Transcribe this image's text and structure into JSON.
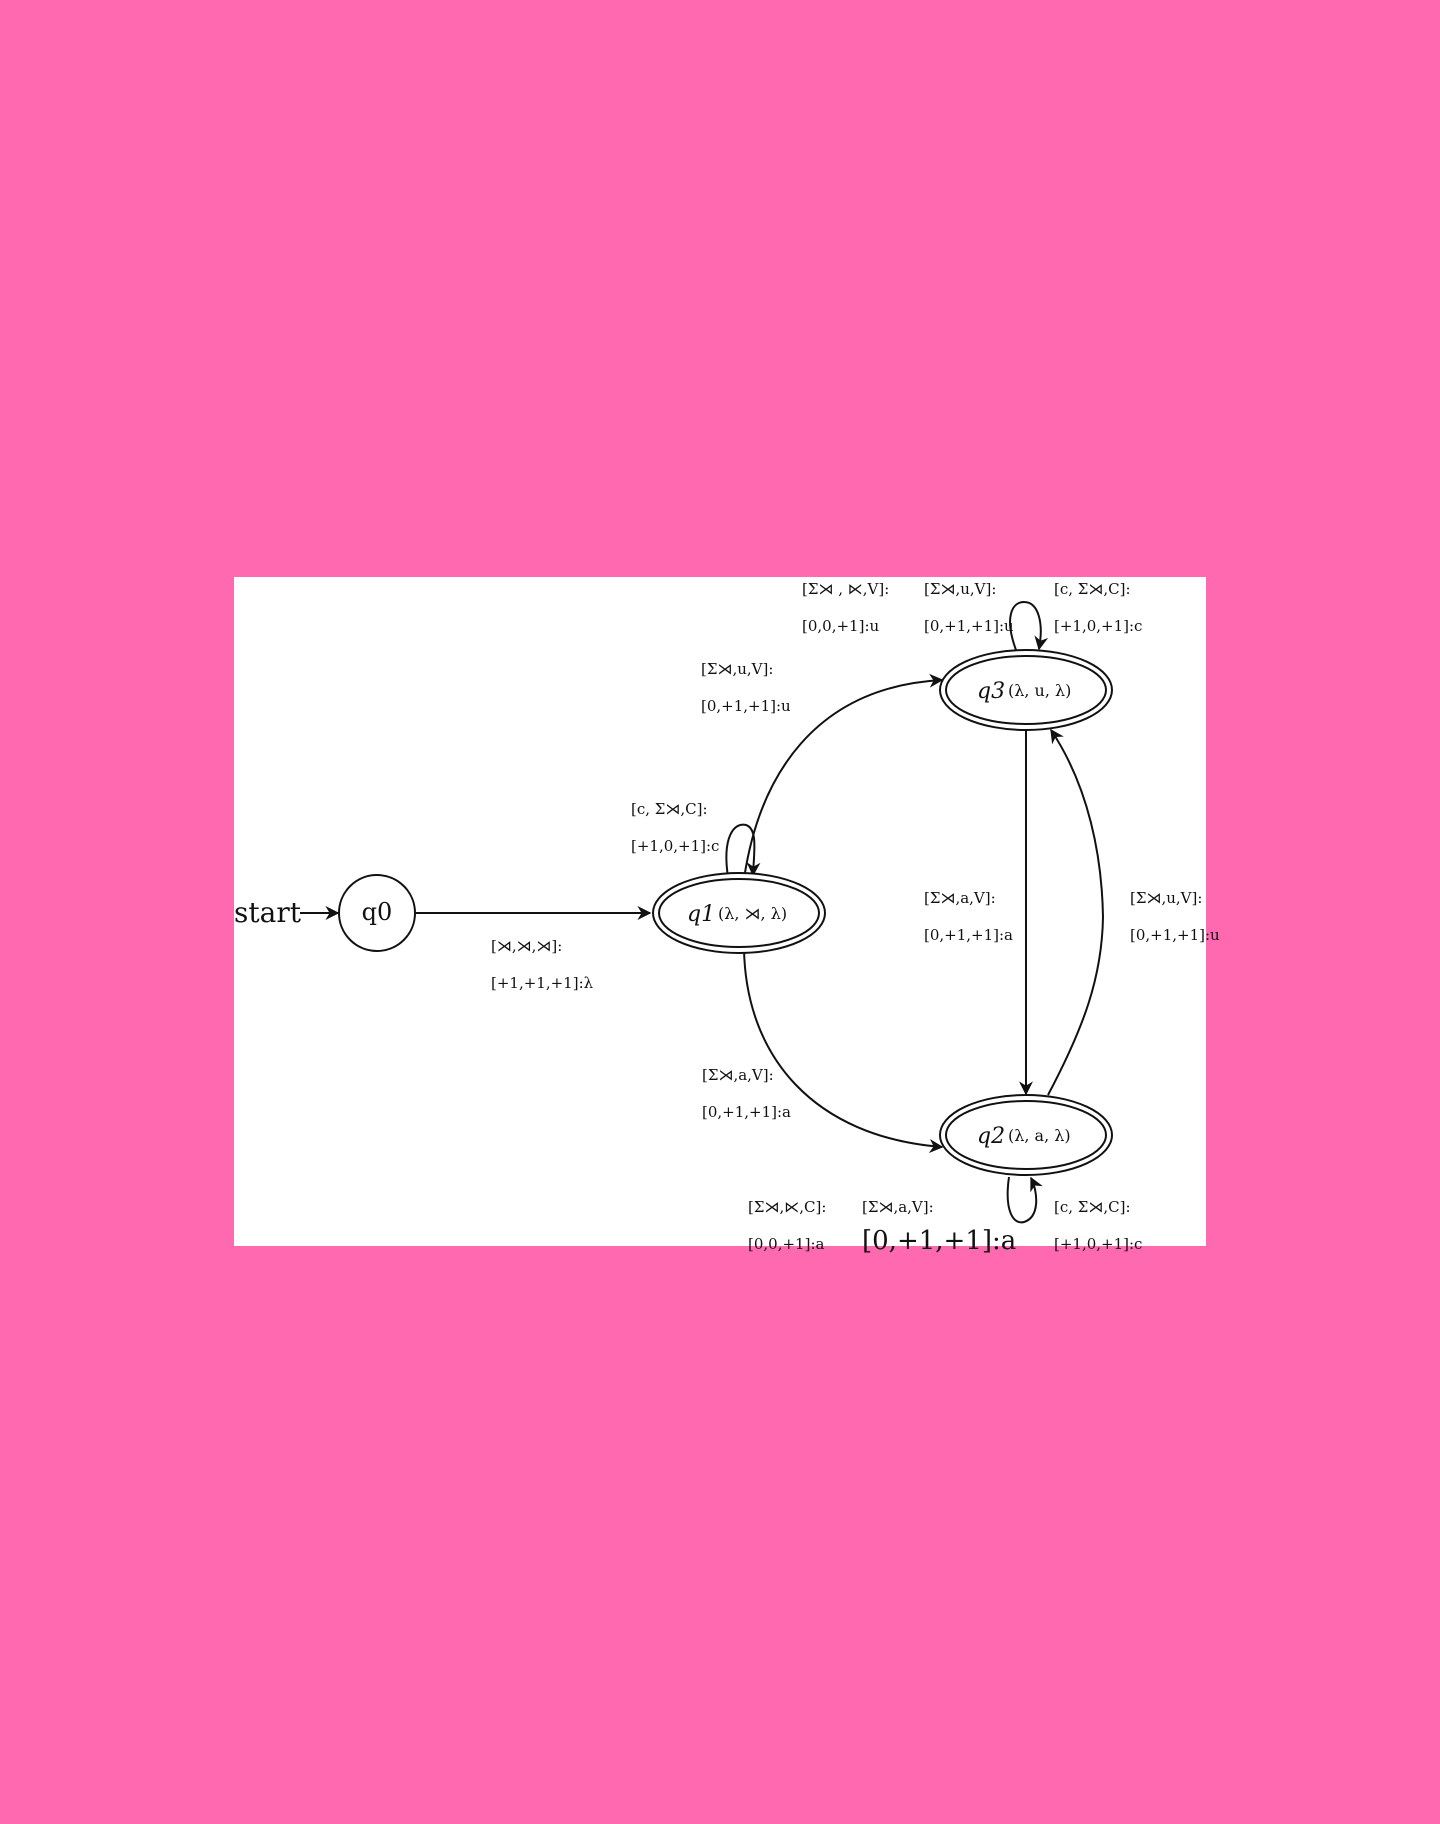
{
  "start_label": "start",
  "states": {
    "q0": {
      "name": "q0"
    },
    "q1": {
      "name": "q1",
      "tuple": "(λ, ⋊, λ)"
    },
    "q2": {
      "name": "q2",
      "tuple": "(λ, a, λ)"
    },
    "q3": {
      "name": "q3",
      "tuple": "(λ, u, λ)"
    }
  },
  "transitions": {
    "q0_q1": {
      "cond": "[⋊,⋊,⋊]:",
      "action": "[+1,+1,+1]:λ"
    },
    "q1_loop": {
      "cond": "[c, Σ⋊,C]:",
      "action": "[+1,0,+1]:c"
    },
    "q1_q3": {
      "cond": "[Σ⋊,u,V]:",
      "action": "[0,+1,+1]:u"
    },
    "q1_q2": {
      "cond": "[Σ⋊,a,V]:",
      "action": "[0,+1,+1]:a"
    },
    "q3_loop_a": {
      "cond": "[Σ⋊ , ⋉,V]:",
      "action": "[0,0,+1]:u"
    },
    "q3_loop_b": {
      "cond": "[Σ⋊,u,V]:",
      "action": "[0,+1,+1]:u"
    },
    "q3_loop_c": {
      "cond": "[c, Σ⋊,C]:",
      "action": "[+1,0,+1]:c"
    },
    "q3_q2": {
      "cond": "[Σ⋊,a,V]:",
      "action": "[0,+1,+1]:a"
    },
    "q2_q3": {
      "cond": "[Σ⋊,u,V]:",
      "action": "[0,+1,+1]:u"
    },
    "q2_loop_a": {
      "cond": "[Σ⋊,⋉,C]:",
      "action": "[0,0,+1]:a"
    },
    "q2_loop_b": {
      "cond": "[Σ⋊,a,V]:",
      "action": "[0,+1,+1]:a"
    },
    "q2_loop_c": {
      "cond": "[c, Σ⋊,C]:",
      "action": "[+1,0,+1]:c"
    }
  }
}
